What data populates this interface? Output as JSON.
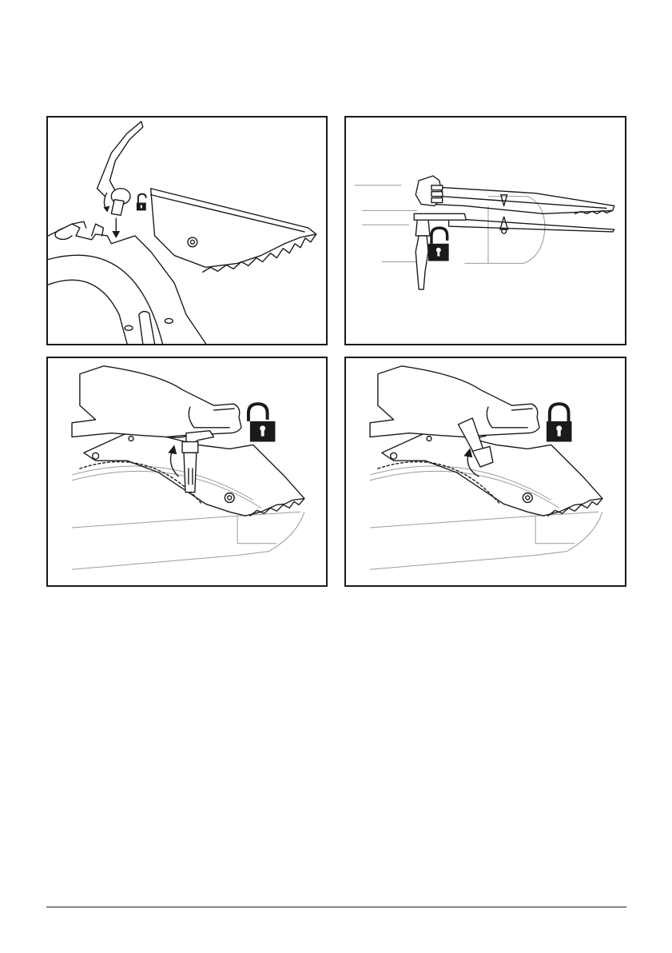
{
  "figures": [
    {
      "id": "fig-1",
      "lock_state": "unlocked"
    },
    {
      "id": "fig-2",
      "lock_state": "unlocked"
    },
    {
      "id": "fig-3",
      "lock_state": "unlocked"
    },
    {
      "id": "fig-4",
      "lock_state": "locked"
    }
  ],
  "icons": {
    "unlocked": "padlock-open-icon",
    "locked": "padlock-closed-icon",
    "arrow": "rotation-arrow-icon"
  },
  "colors": {
    "line": "#1a1a1a",
    "light_line": "#9a9a9a",
    "background": "#ffffff"
  }
}
